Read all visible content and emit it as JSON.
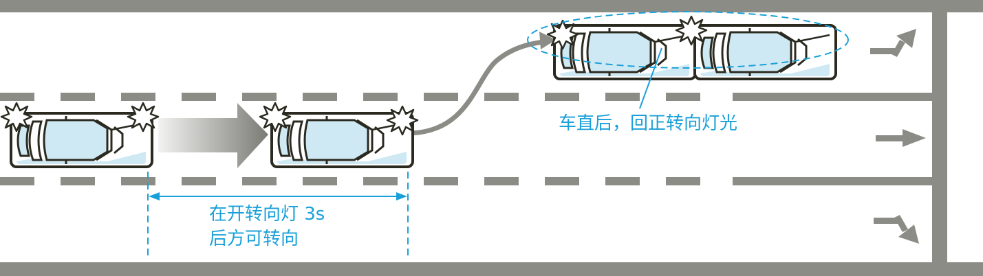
{
  "colors": {
    "road_gray": "#8c8c87",
    "car_outline": "#2b2a20",
    "car_glass": "#cfe9f4",
    "annotation_cyan": "#1aa0d8"
  },
  "labels": {
    "signal_rule_line1": "在开转向灯 3s",
    "signal_rule_line2": "后方可转向",
    "after_straighten": "车直后，回正转向灯光"
  },
  "icons": {
    "turn_left_arrow": "arrow-turn-left-icon",
    "straight_arrow": "arrow-straight-icon",
    "turn_right_arrow": "arrow-turn-right-icon",
    "turn_signal_flash": "turn-signal-flash-icon"
  }
}
